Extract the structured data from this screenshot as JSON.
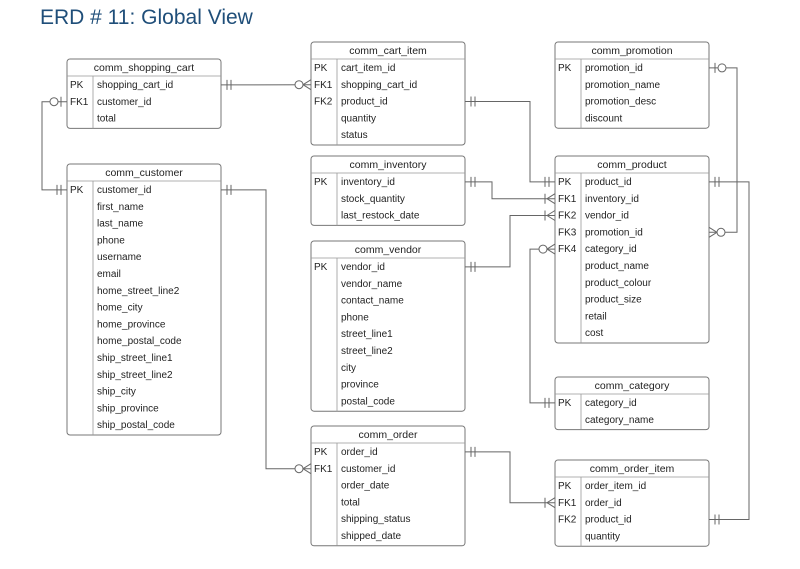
{
  "title": "ERD # 11: Global View",
  "tables": [
    {
      "id": "comm_shopping_cart",
      "name": "comm_shopping_cart",
      "rows": [
        {
          "key": "PK",
          "col": "shopping_cart_id"
        },
        {
          "key": "FK1",
          "col": "customer_id"
        },
        {
          "key": "",
          "col": "total"
        }
      ]
    },
    {
      "id": "comm_customer",
      "name": "comm_customer",
      "rows": [
        {
          "key": "PK",
          "col": "customer_id"
        },
        {
          "key": "",
          "col": "first_name"
        },
        {
          "key": "",
          "col": "last_name"
        },
        {
          "key": "",
          "col": "phone"
        },
        {
          "key": "",
          "col": "username"
        },
        {
          "key": "",
          "col": "email"
        },
        {
          "key": "",
          "col": "home_street_line2"
        },
        {
          "key": "",
          "col": "home_city"
        },
        {
          "key": "",
          "col": "home_province"
        },
        {
          "key": "",
          "col": "home_postal_code"
        },
        {
          "key": "",
          "col": "ship_street_line1"
        },
        {
          "key": "",
          "col": "ship_street_line2"
        },
        {
          "key": "",
          "col": "ship_city"
        },
        {
          "key": "",
          "col": "ship_province"
        },
        {
          "key": "",
          "col": "ship_postal_code"
        }
      ]
    },
    {
      "id": "comm_cart_item",
      "name": "comm_cart_item",
      "rows": [
        {
          "key": "PK",
          "col": "cart_item_id"
        },
        {
          "key": "FK1",
          "col": "shopping_cart_id"
        },
        {
          "key": "FK2",
          "col": "product_id"
        },
        {
          "key": "",
          "col": "quantity"
        },
        {
          "key": "",
          "col": "status"
        }
      ]
    },
    {
      "id": "comm_inventory",
      "name": "comm_inventory",
      "rows": [
        {
          "key": "PK",
          "col": "inventory_id"
        },
        {
          "key": "",
          "col": "stock_quantity"
        },
        {
          "key": "",
          "col": "last_restock_date"
        }
      ]
    },
    {
      "id": "comm_vendor",
      "name": "comm_vendor",
      "rows": [
        {
          "key": "PK",
          "col": "vendor_id"
        },
        {
          "key": "",
          "col": "vendor_name"
        },
        {
          "key": "",
          "col": "contact_name"
        },
        {
          "key": "",
          "col": "phone"
        },
        {
          "key": "",
          "col": "street_line1"
        },
        {
          "key": "",
          "col": "street_line2"
        },
        {
          "key": "",
          "col": "city"
        },
        {
          "key": "",
          "col": "province"
        },
        {
          "key": "",
          "col": "postal_code"
        }
      ]
    },
    {
      "id": "comm_order",
      "name": "comm_order",
      "rows": [
        {
          "key": "PK",
          "col": "order_id"
        },
        {
          "key": "FK1",
          "col": "customer_id"
        },
        {
          "key": "",
          "col": "order_date"
        },
        {
          "key": "",
          "col": "total"
        },
        {
          "key": "",
          "col": "shipping_status"
        },
        {
          "key": "",
          "col": "shipped_date"
        }
      ]
    },
    {
      "id": "comm_promotion",
      "name": "comm_promotion",
      "rows": [
        {
          "key": "PK",
          "col": "promotion_id"
        },
        {
          "key": "",
          "col": "promotion_name"
        },
        {
          "key": "",
          "col": "promotion_desc"
        },
        {
          "key": "",
          "col": "discount"
        }
      ]
    },
    {
      "id": "comm_product",
      "name": "comm_product",
      "rows": [
        {
          "key": "PK",
          "col": "product_id"
        },
        {
          "key": "FK1",
          "col": "inventory_id"
        },
        {
          "key": "FK2",
          "col": "vendor_id"
        },
        {
          "key": "FK3",
          "col": "promotion_id"
        },
        {
          "key": "FK4",
          "col": "category_id"
        },
        {
          "key": "",
          "col": "product_name"
        },
        {
          "key": "",
          "col": "product_colour"
        },
        {
          "key": "",
          "col": "product_size"
        },
        {
          "key": "",
          "col": "retail"
        },
        {
          "key": "",
          "col": "cost"
        }
      ]
    },
    {
      "id": "comm_category",
      "name": "comm_category",
      "rows": [
        {
          "key": "PK",
          "col": "category_id"
        },
        {
          "key": "",
          "col": "category_name"
        }
      ]
    },
    {
      "id": "comm_order_item",
      "name": "comm_order_item",
      "rows": [
        {
          "key": "PK",
          "col": "order_item_id"
        },
        {
          "key": "FK1",
          "col": "order_id"
        },
        {
          "key": "FK2",
          "col": "product_id"
        },
        {
          "key": "",
          "col": "quantity"
        }
      ]
    }
  ]
}
